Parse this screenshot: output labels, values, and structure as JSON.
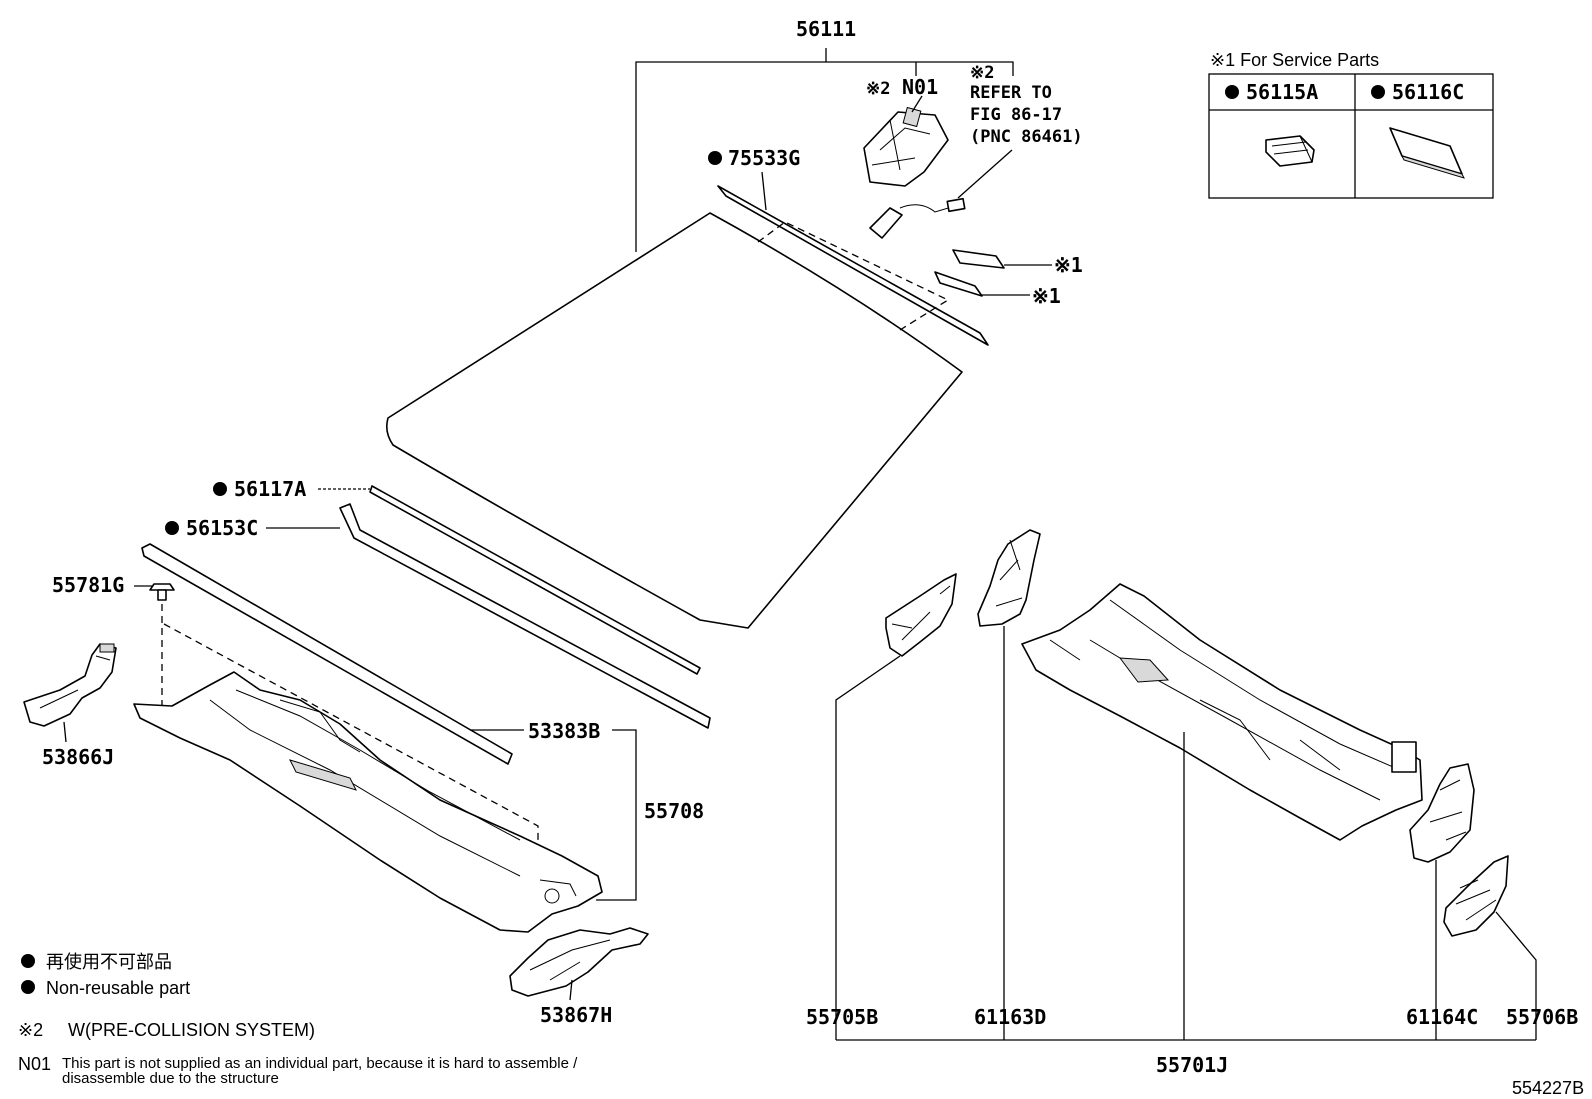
{
  "labels": {
    "p56111": "56111",
    "p75533g": "75533G",
    "p56117a": "56117A",
    "p56153c": "56153C",
    "p55781g": "55781G",
    "p53866j": "53866J",
    "p53383b": "53383B",
    "p55708": "55708",
    "p53867h": "53867H",
    "p55705b": "55705B",
    "p61163d": "61163D",
    "p55701j": "55701J",
    "p61164c": "61164C",
    "p55706b": "55706B",
    "n01": "N01",
    "mark2": "※2",
    "mark1_a": "※1",
    "mark1_b": "※1"
  },
  "refer_note": {
    "mark": "※2",
    "line1": "REFER TO",
    "line2": "FIG 86-17",
    "line3": "(PNC 86461)"
  },
  "service_box": {
    "title": "※1 For Service Parts",
    "left_part": "56115A",
    "right_part": "56116C"
  },
  "legend": {
    "jp_text": "再使用不可部品",
    "en_text": "Non-reusable part",
    "note2_mark": "※2",
    "note2_text": "W(PRE-COLLISION SYSTEM)",
    "n01_mark": "N01",
    "n01_line1": "This part is not supplied as an individual part, because it is hard to assemble /",
    "n01_line2": "disassemble due to the structure"
  },
  "figure_id": "554227B"
}
